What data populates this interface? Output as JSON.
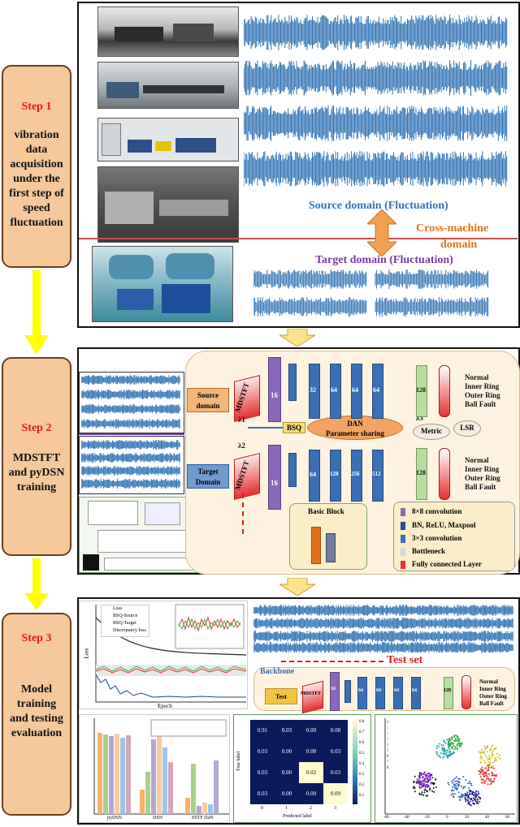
{
  "steps": [
    {
      "title": "Step 1",
      "desc": [
        "vibration",
        "data",
        "acquisition",
        "under the",
        "first step of",
        "speed",
        "fluctuation"
      ]
    },
    {
      "title": "Step 2",
      "desc": [
        "MDSTFT",
        "and pyDSN",
        "training"
      ]
    },
    {
      "title": "Step 3",
      "desc": [
        "Model",
        "training",
        "and testing",
        "evaluation"
      ]
    }
  ],
  "step1": {
    "source_label": "Source domain (Fluctuation)",
    "cross_label_1": "Cross-machine",
    "cross_label_2": "domain",
    "target_label": "Target domain (Fluctuation)"
  },
  "step2": {
    "source_domain_1": "Source",
    "source_domain_2": "domain",
    "target_domain_1": "Target",
    "target_domain_2": "Domain",
    "mdstft": "MDSTFT",
    "lambda1": "λ1",
    "lambda2": "λ2",
    "lambda3": "λ3",
    "bsq": "BSQ",
    "dan_1": "DAN",
    "dan_2": "Parameter sharing",
    "metric": "Metric",
    "lsr": "LSR",
    "top_layers": [
      "16",
      "32",
      "64",
      "64",
      "64",
      "128"
    ],
    "bottom_layers": [
      "16",
      "64",
      "128",
      "256",
      "512",
      "128"
    ],
    "classes": [
      "Normal",
      "Inner Ring",
      "Outer Ring",
      "Ball Fault"
    ],
    "basic_block": "Basic Block",
    "legend": [
      "8×8 convolution",
      "BN, ReLU, Maxpool",
      "3×3 convolution",
      "Bottleneck",
      "Fully connected Layer"
    ]
  },
  "step3": {
    "test_set": "Test set",
    "backbone": "Backbone",
    "test": "Test",
    "mdstft": "MDSTFT",
    "layers": [
      "16",
      "64",
      "64",
      "64",
      "64",
      "128"
    ],
    "classes": [
      "Normal",
      "Inner Ring",
      "Outer Ring",
      "Ball Fault"
    ],
    "loss_legend": [
      "Loss",
      "BSQ-Source",
      "BSQ-Target",
      "Discrepancy loss"
    ],
    "xlabel": "Epoch",
    "ylabel": "Loss",
    "bar_groups": [
      "pyDSN",
      "DSN",
      "SSTF DaN"
    ],
    "cm_xlabel": "Predicted label",
    "cm_ylabel": "True label",
    "cm_values": [
      [
        "0.91",
        "0.03",
        "0.00",
        "0.08"
      ],
      [
        "0.03",
        "0.00",
        "0.00",
        "0.03"
      ],
      [
        "0.03",
        "0.00",
        "0.02",
        "0.03"
      ],
      [
        "0.03",
        "0.00",
        "0.00",
        "0.09"
      ]
    ],
    "cm_ticks": [
      "0",
      "1",
      "2",
      "3"
    ],
    "cb_ticks": [
      "0.8",
      "0.7",
      "0.6",
      "0.5",
      "0.4",
      "0.3",
      "0.2",
      "0.1"
    ],
    "tsne_legend": [
      "0",
      "1",
      "2",
      "3",
      "4",
      "5",
      "6",
      "7",
      "8"
    ],
    "tsne_xticks": [
      "-60",
      "-40",
      "-20",
      "0",
      "20",
      "40",
      "60"
    ]
  },
  "colors": {
    "step_fill": "#f6c89a",
    "step_red": "#e01b1b",
    "wave_blue": "#2f74b5",
    "cross_orange": "#e2701a",
    "target_purple": "#7b3aa6",
    "arrow_yellow": "#ffff00"
  }
}
